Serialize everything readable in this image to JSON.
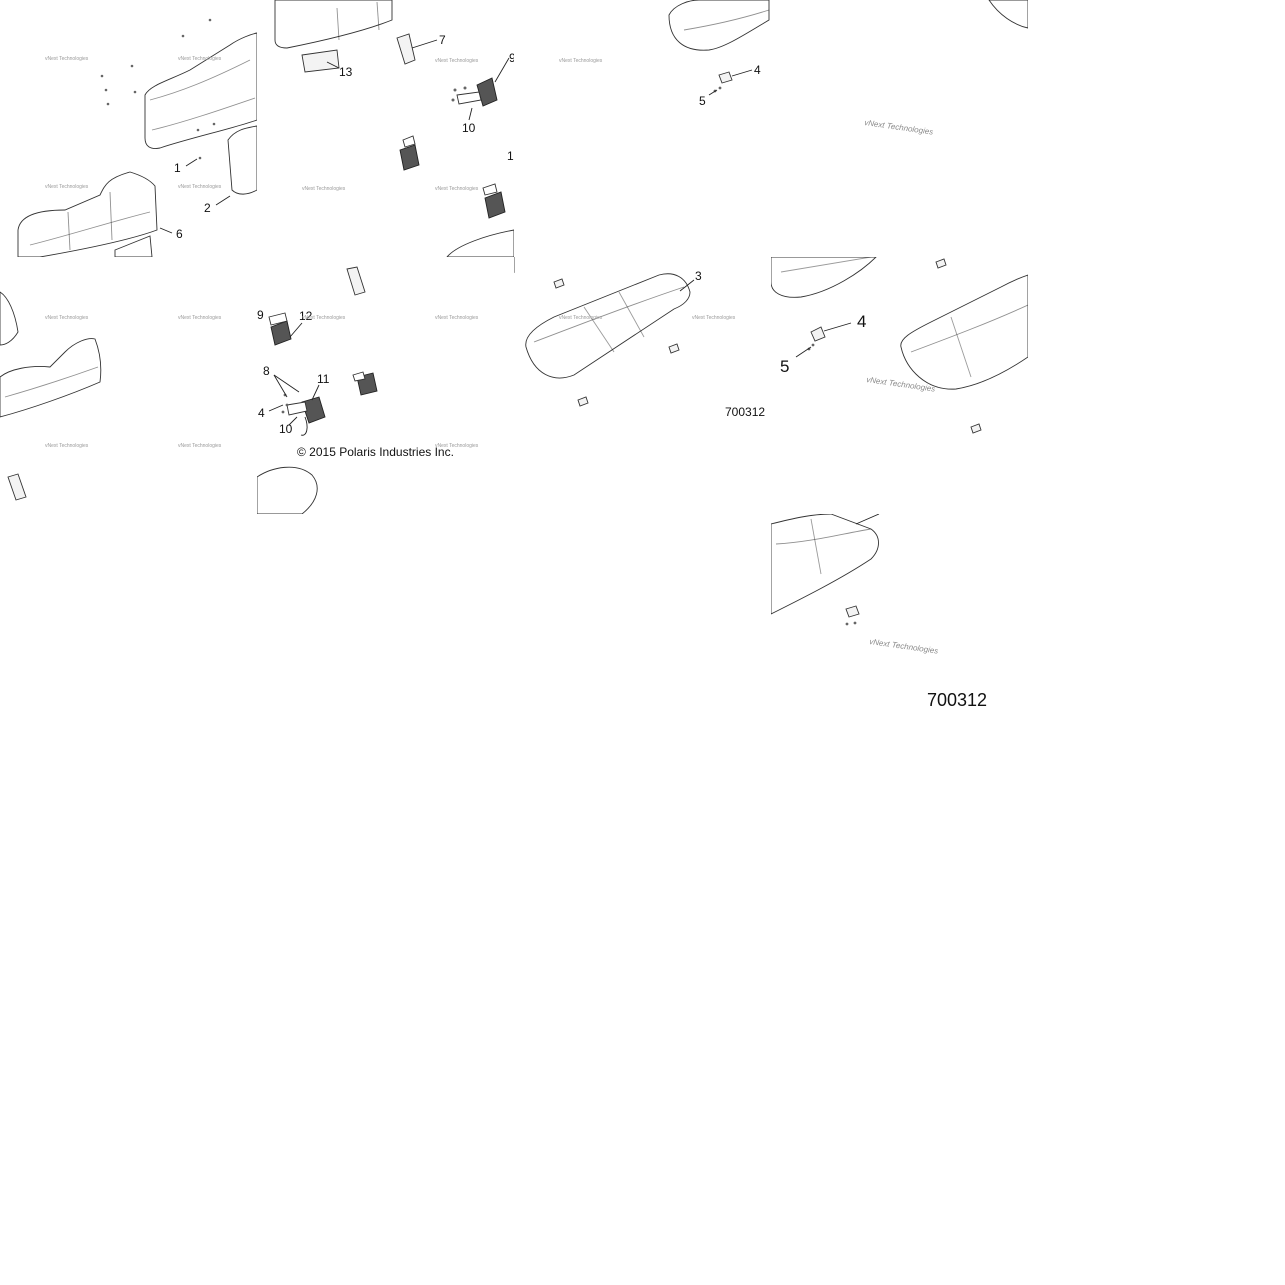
{
  "copyright": "© 2015 Polaris Industries Inc.",
  "diagram_number": "700312",
  "watermark": "vNext Technologies",
  "callouts": {
    "c1": "1",
    "c2": "2",
    "c3": "3",
    "c4": "4",
    "c5": "5",
    "c6": "6",
    "c7": "7",
    "c8": "8",
    "c9": "9",
    "c10": "10",
    "c11": "11",
    "c12": "12",
    "c13": "13"
  }
}
